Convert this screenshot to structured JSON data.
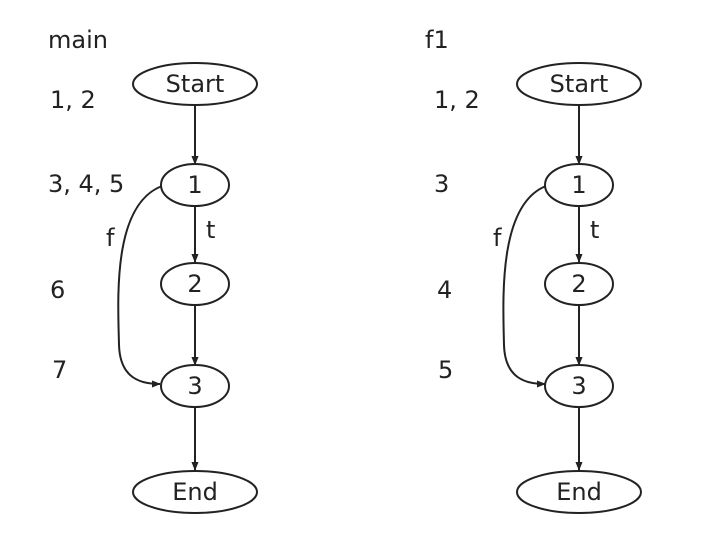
{
  "graphs": [
    {
      "title": "main",
      "row_labels": [
        "1, 2",
        "3, 4, 5",
        "6",
        "7"
      ],
      "nodes": {
        "start": "Start",
        "n1": "1",
        "n2": "2",
        "n3": "3",
        "end": "End"
      },
      "edge_labels": {
        "true": "t",
        "false": "f"
      }
    },
    {
      "title": "f1",
      "row_labels": [
        "1, 2",
        "3",
        "4",
        "5"
      ],
      "nodes": {
        "start": "Start",
        "n1": "1",
        "n2": "2",
        "n3": "3",
        "end": "End"
      },
      "edge_labels": {
        "true": "t",
        "false": "f"
      }
    }
  ]
}
